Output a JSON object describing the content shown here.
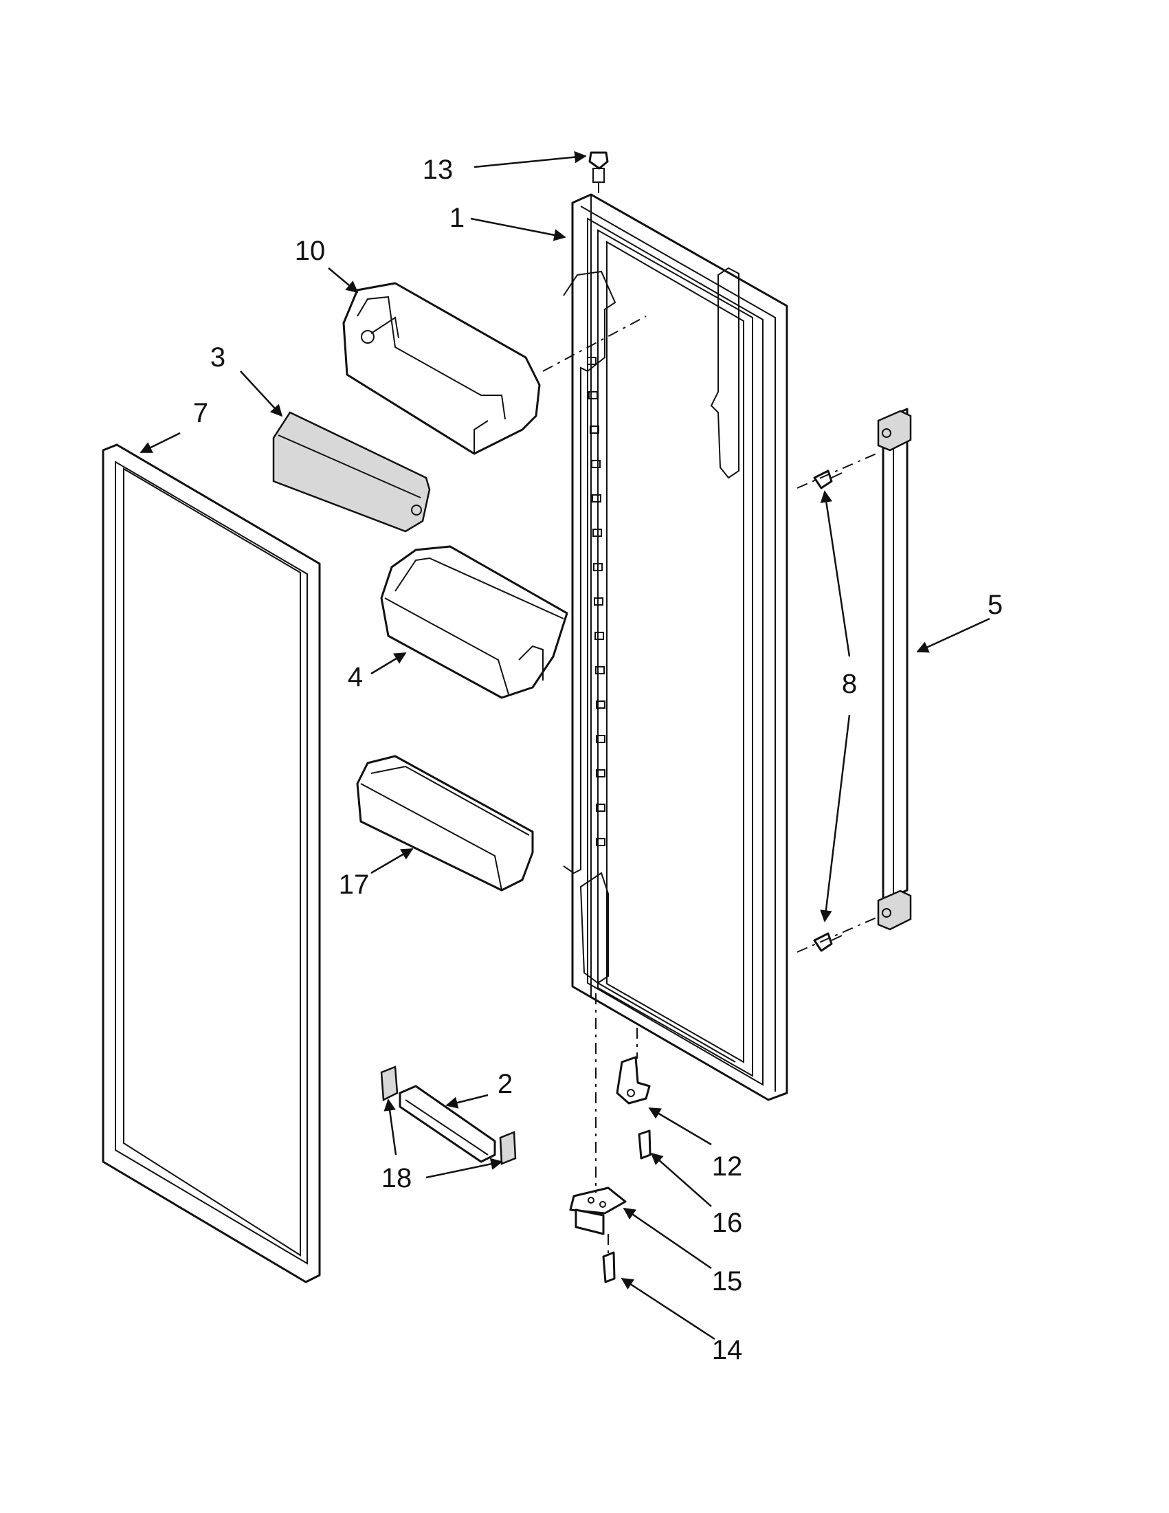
{
  "callouts": {
    "c1": "1",
    "c2": "2",
    "c3": "3",
    "c4": "4",
    "c5": "5",
    "c7": "7",
    "c8": "8",
    "c10": "10",
    "c12": "12",
    "c13": "13",
    "c14": "14",
    "c15": "15",
    "c16": "16",
    "c17": "17",
    "c18": "18"
  }
}
